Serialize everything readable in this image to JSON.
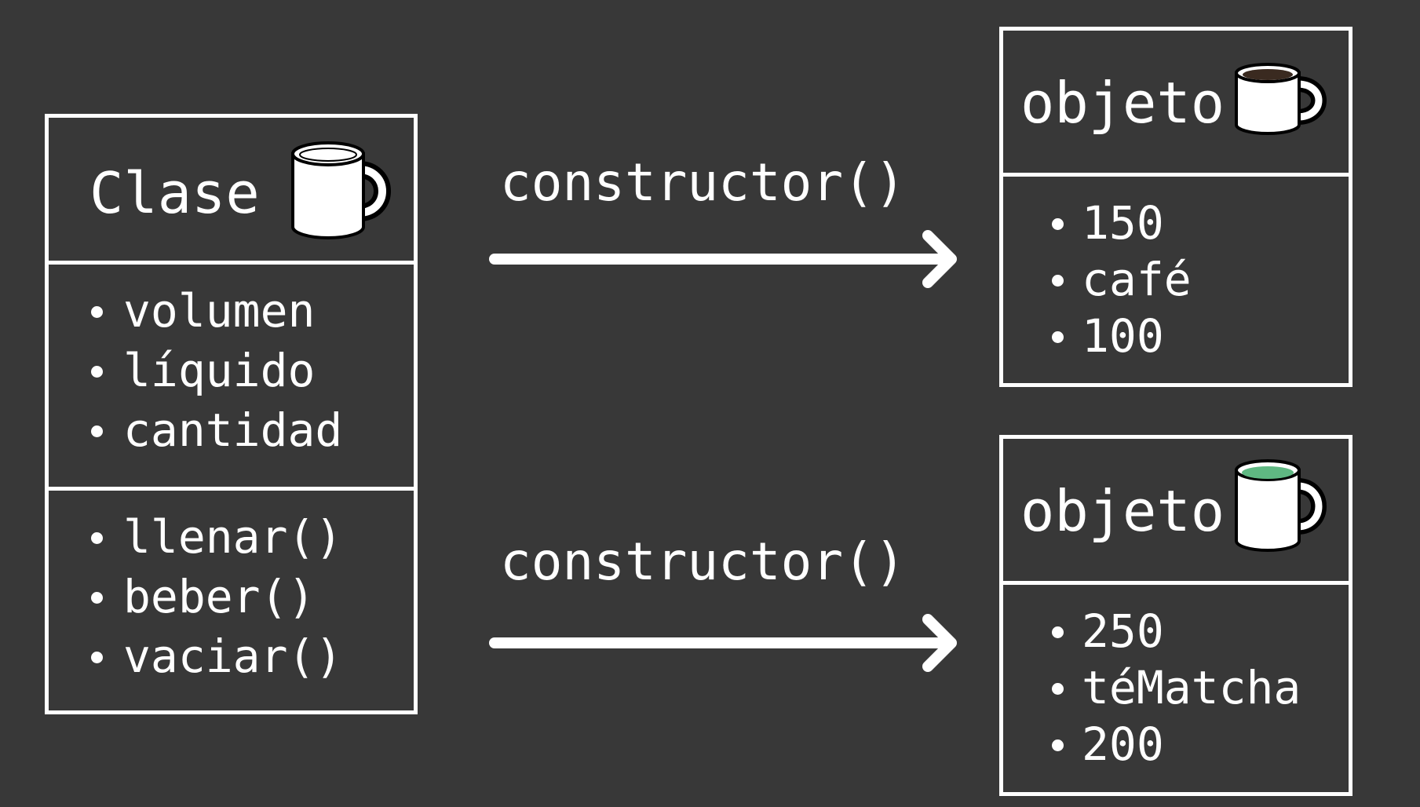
{
  "class_box": {
    "title": "Clase",
    "attributes": [
      "volumen",
      "líquido",
      "cantidad"
    ],
    "methods": [
      "llenar()",
      "beber()",
      "vaciar()"
    ]
  },
  "arrows": [
    {
      "label": "constructor()"
    },
    {
      "label": "constructor()"
    }
  ],
  "objects": [
    {
      "title": "objeto",
      "values": [
        "150",
        "café",
        "100"
      ],
      "mug_fill_color": "#3a2a20"
    },
    {
      "title": "objeto",
      "values": [
        "250",
        "téMatcha",
        "200"
      ],
      "mug_fill_color": "#5fb882"
    }
  ],
  "colors": {
    "background": "#383838",
    "foreground": "#ffffff"
  },
  "icons": {
    "class_mug": "empty-mug-icon",
    "object_1_mug": "coffee-mug-icon",
    "object_2_mug": "matcha-mug-icon"
  }
}
